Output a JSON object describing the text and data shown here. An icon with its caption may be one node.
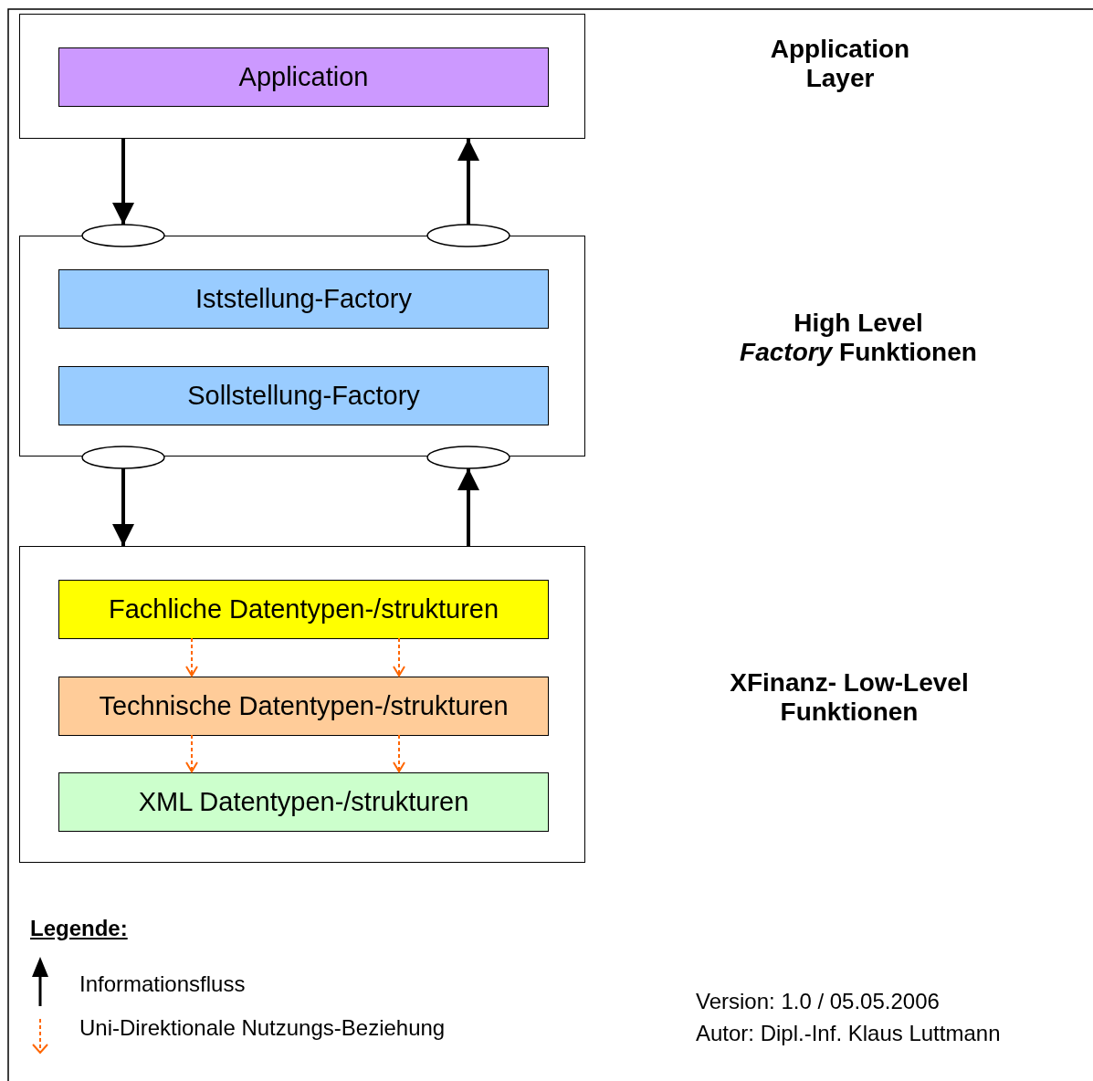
{
  "diagram": {
    "nodes": [
      {
        "text": [],
        "shape": "box"
      },
      {
        "text": [
          "Application"
        ],
        "in": 0
      },
      {
        "text": [],
        "shape": "ellipse"
      },
      {
        "text": [],
        "shape": "ellipse"
      },
      {
        "text": [],
        "shape": "box"
      },
      {
        "text": [
          "Iststellung-Factory"
        ],
        "in": 4
      },
      {
        "text": [
          "Sollstellung-Factory"
        ],
        "in": 4
      },
      {
        "text": [],
        "shape": "ellipse"
      },
      {
        "text": [],
        "shape": "ellipse"
      },
      {
        "text": [],
        "shape": "box"
      },
      {
        "text": [
          "Fachliche Datentypen-/strukturen"
        ],
        "in": 9
      },
      {
        "text": [
          "Technische Datentypen-/strukturen"
        ],
        "in": 9
      },
      {
        "text": [
          "XML Datentypen-/strukturen"
        ],
        "in": 9
      }
    ],
    "edges": [
      {
        "from": 0,
        "to": 2,
        "arrow": "to",
        "style": "thick"
      },
      {
        "from": 3,
        "to": 0,
        "arrow": "to",
        "style": "thick"
      },
      {
        "from": 7,
        "to": 9,
        "arrow": "to",
        "style": "thick"
      },
      {
        "from": 9,
        "to": 8,
        "arrow": "to",
        "style": "thick"
      },
      {
        "from": 10,
        "to": 11,
        "arrow": "to",
        "style": "dashed",
        "color": "#ff6600"
      },
      {
        "from": 10,
        "to": 11,
        "arrow": "to",
        "style": "dashed",
        "color": "#ff6600"
      },
      {
        "from": 11,
        "to": 12,
        "arrow": "to",
        "style": "dashed",
        "color": "#ff6600"
      },
      {
        "from": 11,
        "to": 12,
        "arrow": "to",
        "style": "dashed",
        "color": "#ff6600"
      }
    ],
    "labels": [
      "Application Layer",
      "High Level *Factory* Funktionen",
      "XFinanz- Low-Level Funktionen",
      "Legende:",
      "Version: 1.0 / 05.05.2006",
      "Autor: Dipl.-Inf. Klaus Luttmann"
    ],
    "legend": [
      {
        "text": "Informationsfluss"
      },
      {
        "text": "Uni-Direktionale Nutzungs-Beziehung"
      }
    ]
  }
}
